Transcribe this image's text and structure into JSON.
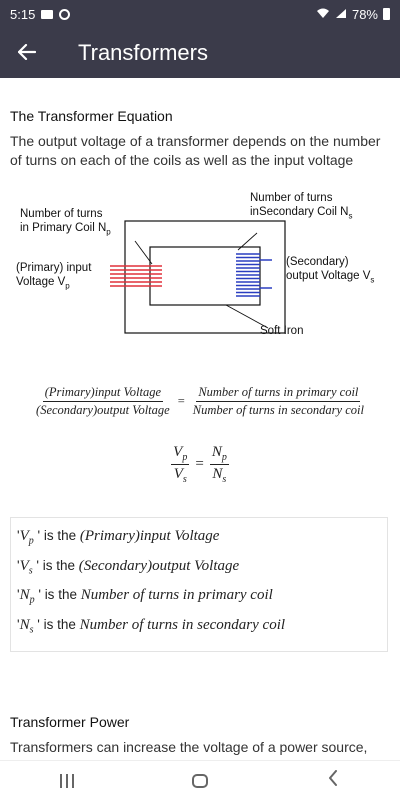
{
  "status": {
    "time": "5:15",
    "battery": "78%"
  },
  "header": {
    "title": "Transformers"
  },
  "section1": {
    "title": "The Transformer Equation",
    "body": "The output voltage of a transformer depends on the number of turns on each of the coils as well as the input voltage"
  },
  "diagram": {
    "label_primary_turns_1": "Number of turns",
    "label_primary_turns_2": "in Primary Coil N",
    "label_primary_turns_sub": "p",
    "label_secondary_turns_1": "Number of turns",
    "label_secondary_turns_2": "inSecondary Coil N",
    "label_secondary_turns_sub": "s",
    "label_input_1": "(Primary) input",
    "label_input_2": "Voltage V",
    "label_input_sub": "p",
    "label_output_1": "(Secondary)",
    "label_output_2": "output Voltage V",
    "label_output_sub": "s",
    "label_core": "Soft Iron",
    "primary_color": "#e0303a",
    "secondary_color": "#2a3ec0"
  },
  "equation1": {
    "left_num": "(Primary)input Voltage",
    "left_den": "(Secondary)output Voltage",
    "right_num": "Number of turns in primary coil",
    "right_den": "Number of turns in secondary coil"
  },
  "equation2": {
    "left_num": "V",
    "left_num_sub": "p",
    "left_den": "V",
    "left_den_sub": "s",
    "right_num": "N",
    "right_num_sub": "p",
    "right_den": "N",
    "right_den_sub": "s"
  },
  "definitions": [
    {
      "symbol": "V",
      "sub": "p",
      "text": "' is the ",
      "expr": "(Primary)input Voltage"
    },
    {
      "symbol": "V",
      "sub": "s",
      "text": "' is the ",
      "expr": "(Secondary)output Voltage"
    },
    {
      "symbol": "N",
      "sub": "p",
      "text": "' is the ",
      "expr": "Number of turns in primary coil"
    },
    {
      "symbol": "N",
      "sub": "s",
      "text": "' is the ",
      "expr": "Number of turns in secondary coil"
    }
  ],
  "section2": {
    "title": "Transformer Power",
    "body": "Transformers can increase the voltage of a power source, due to the law of conservation of energy, but they cannot increase the output power."
  }
}
